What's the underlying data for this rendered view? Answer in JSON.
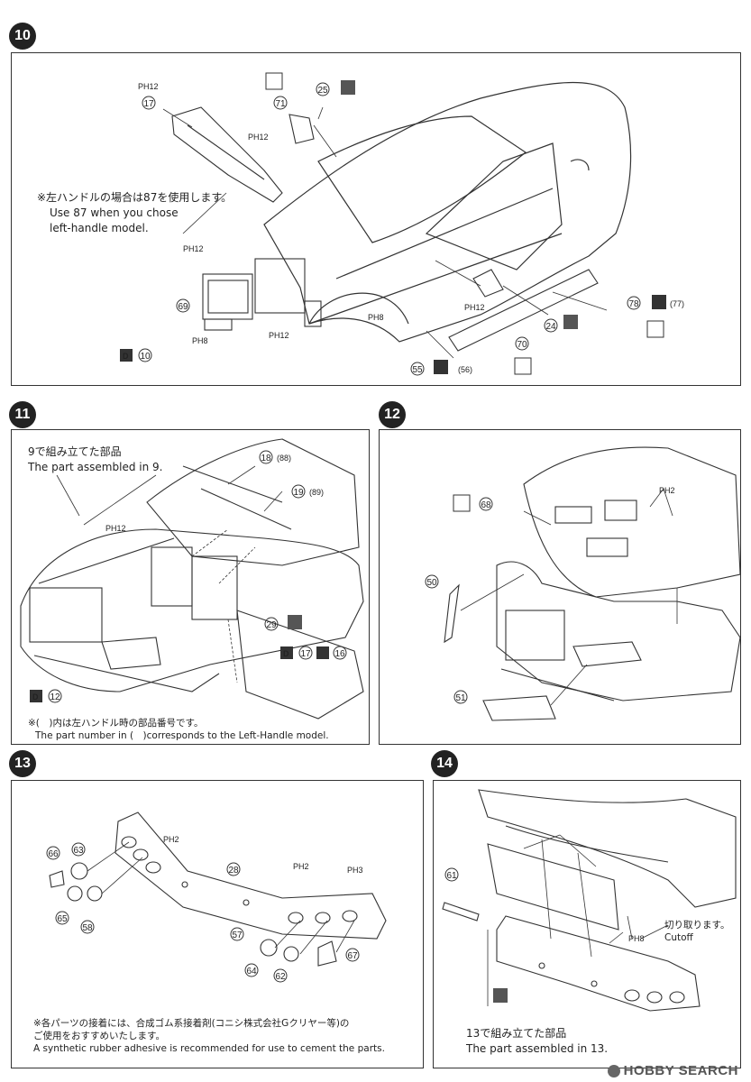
{
  "steps": {
    "s10": {
      "number": "10",
      "note_jp": "※左ハンドルの場合は87を使用します。",
      "note_en_1": "Use 87 when you chose",
      "note_en_2": "left-handle model.",
      "parts": [
        "17",
        "25",
        "71",
        "69",
        "70",
        "24",
        "55",
        "56",
        "78",
        "77"
      ],
      "ph_labels": [
        "PH12",
        "PH12",
        "PH12",
        "PH8",
        "PH12",
        "PH8",
        "PH12"
      ],
      "d_label": "10"
    },
    "s11": {
      "number": "11",
      "note_jp": "9で組み立てた部品",
      "note_en": "The part assembled in 9.",
      "parts": [
        "18",
        "88",
        "19",
        "89",
        "29",
        "17",
        "16",
        "12"
      ],
      "ph_label": "PH12",
      "footer_jp": "※(　)内は左ハンドル時の部品番号です。",
      "footer_en": "The part number in (　)corresponds to the Left-Handle model."
    },
    "s12": {
      "number": "12",
      "parts": [
        "68",
        "50",
        "51"
      ],
      "ph_label": "PH2"
    },
    "s13": {
      "number": "13",
      "parts": [
        "66",
        "63",
        "65",
        "58",
        "28",
        "57",
        "64",
        "62",
        "67"
      ],
      "ph_labels": [
        "PH2",
        "PH2",
        "PH3"
      ],
      "footer_jp": "※各パーツの接着には、合成ゴム系接着剤(コニシ株式会社Gクリヤー等)の",
      "footer_jp_2": "ご使用をおすすめいたします。",
      "footer_en": "A synthetic rubber adhesive is recommended for use to cement the parts."
    },
    "s14": {
      "number": "14",
      "parts": [
        "61"
      ],
      "ph_label": "PH8",
      "cutoff_jp": "切り取ります。",
      "cutoff_en": "Cutoff",
      "note_jp": "13で組み立てた部品",
      "note_en": "The part assembled in 13."
    }
  },
  "watermark": "HOBBY SEARCH"
}
